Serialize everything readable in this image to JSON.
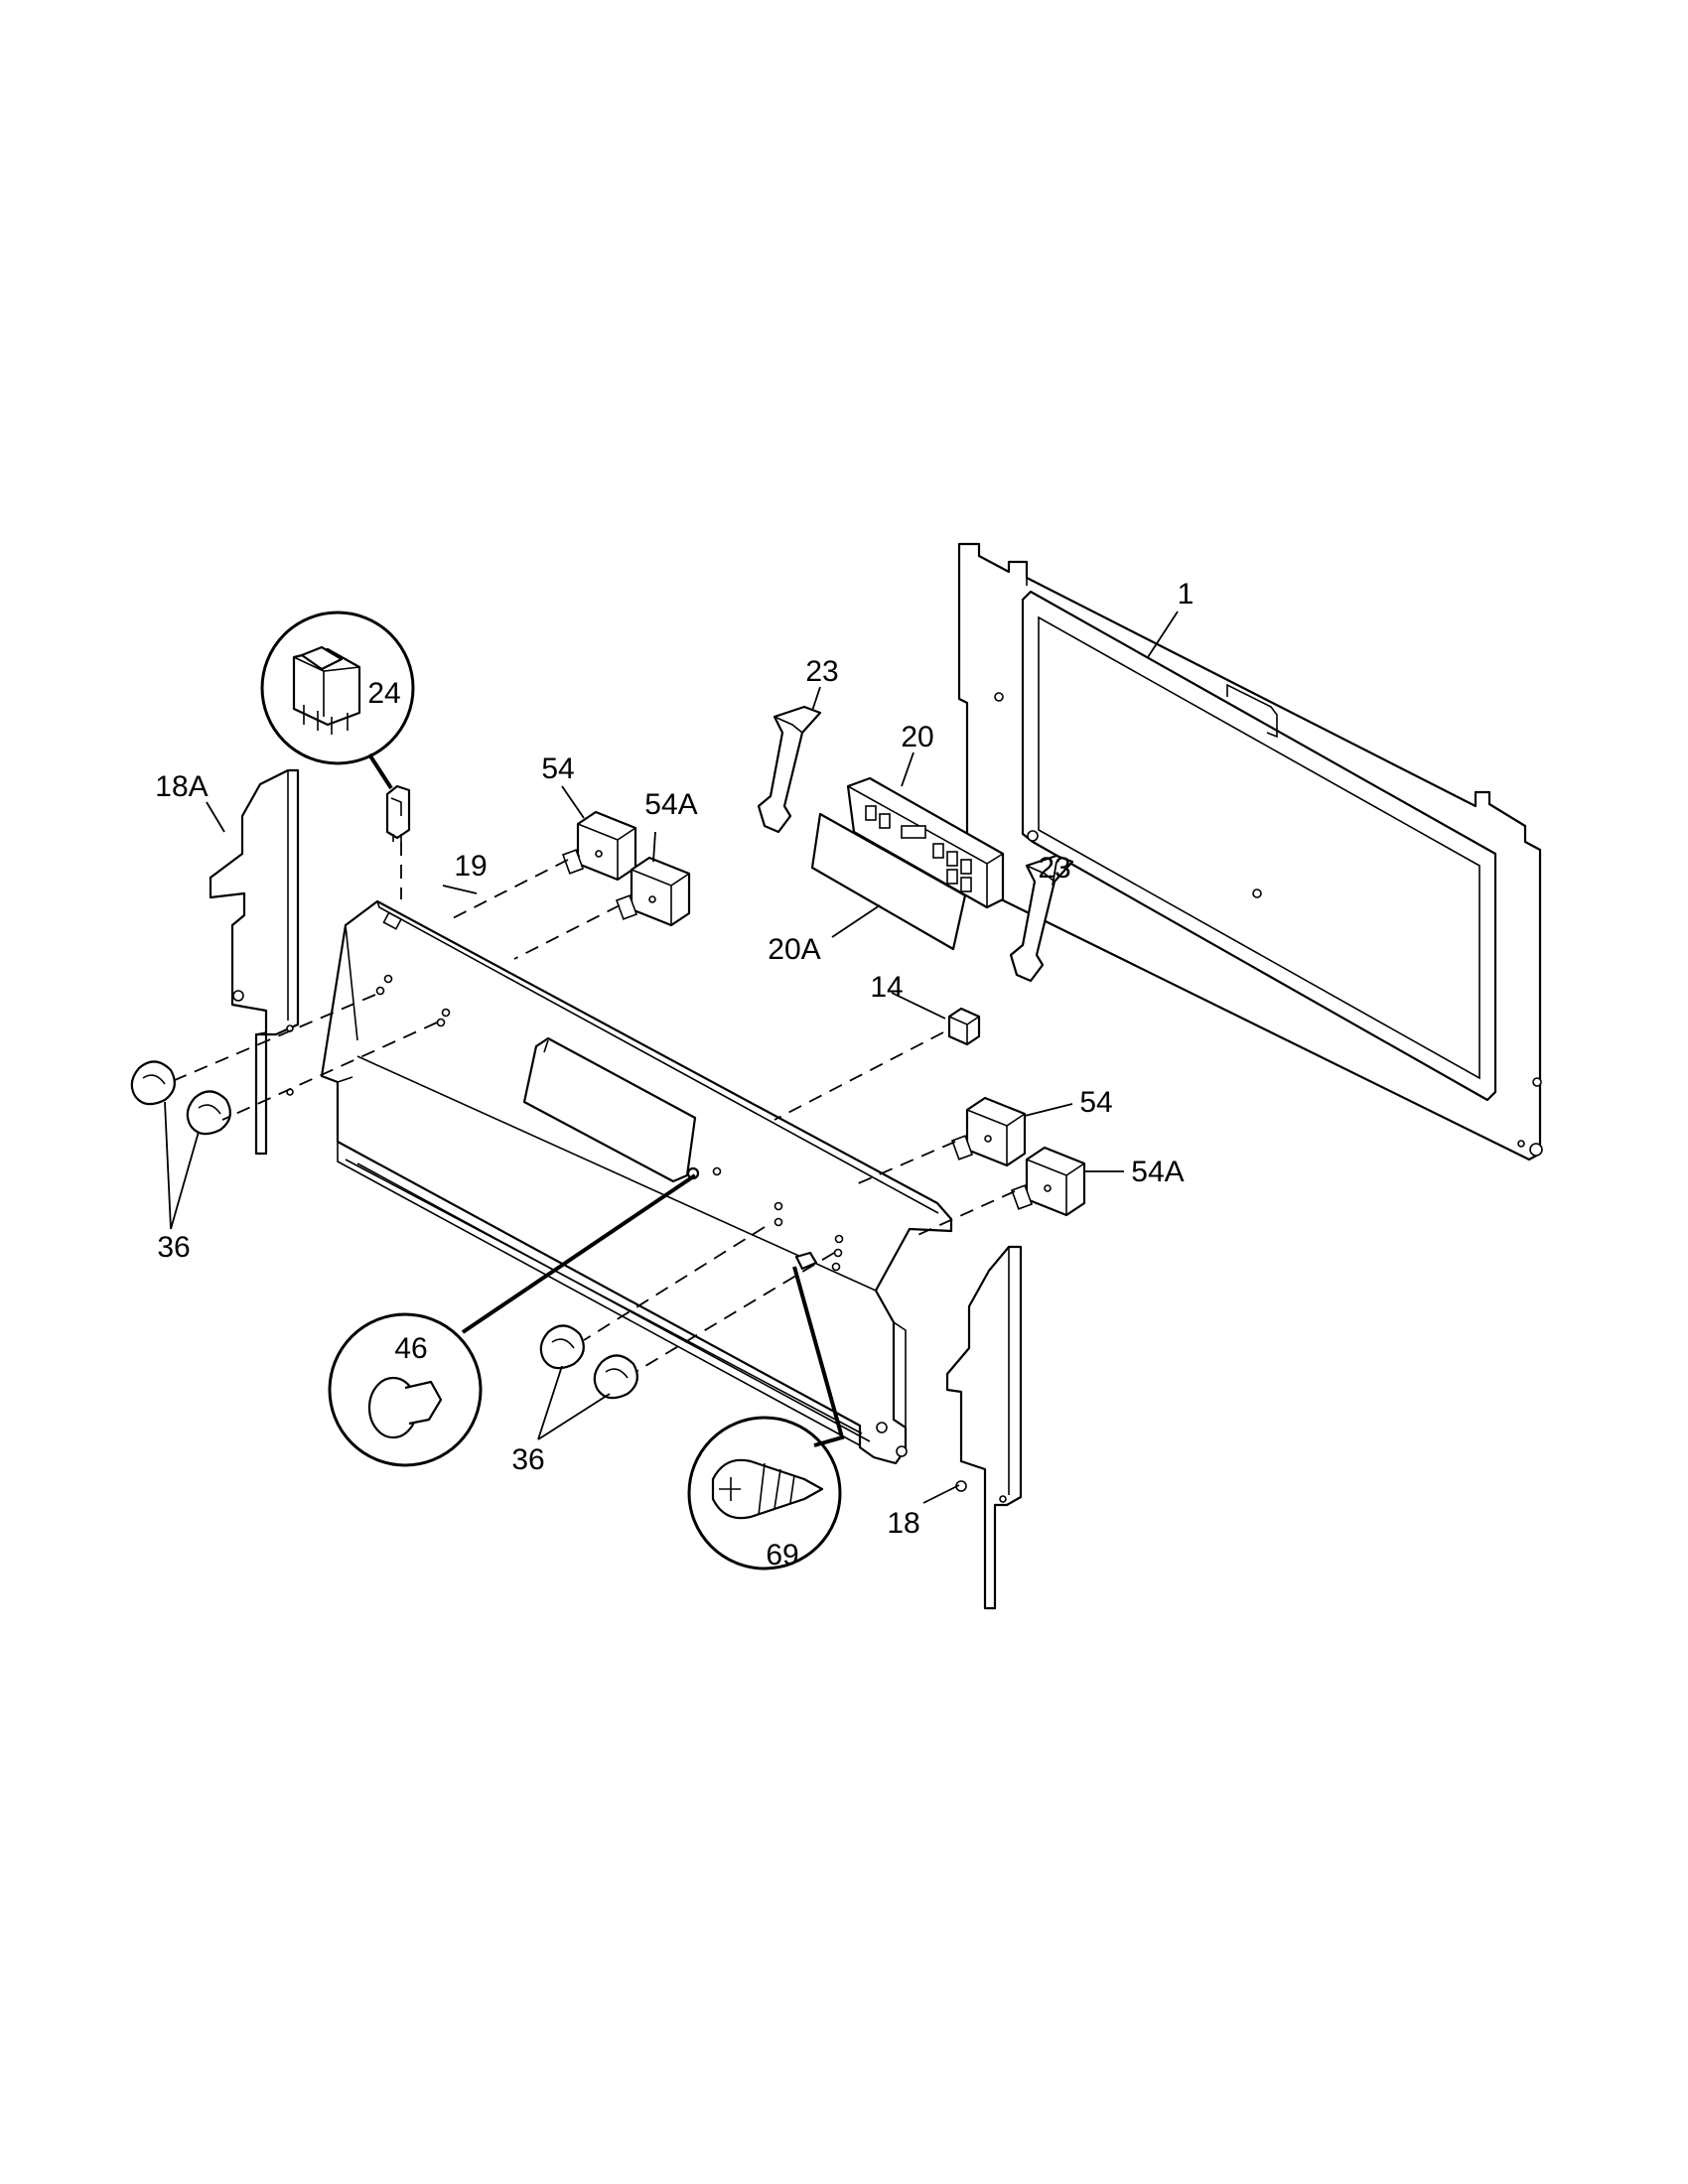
{
  "callouts": {
    "c1": "1",
    "c14": "14",
    "c18": "18",
    "c18a": "18A",
    "c19": "19",
    "c20": "20",
    "c20a": "20A",
    "c23_top": "23",
    "c23_right": "23",
    "c24": "24",
    "c36_left": "36",
    "c36_bottom": "36",
    "c46": "46",
    "c54_top": "54",
    "c54a_top": "54A",
    "c54_right": "54",
    "c54a_right": "54A",
    "c69": "69"
  }
}
